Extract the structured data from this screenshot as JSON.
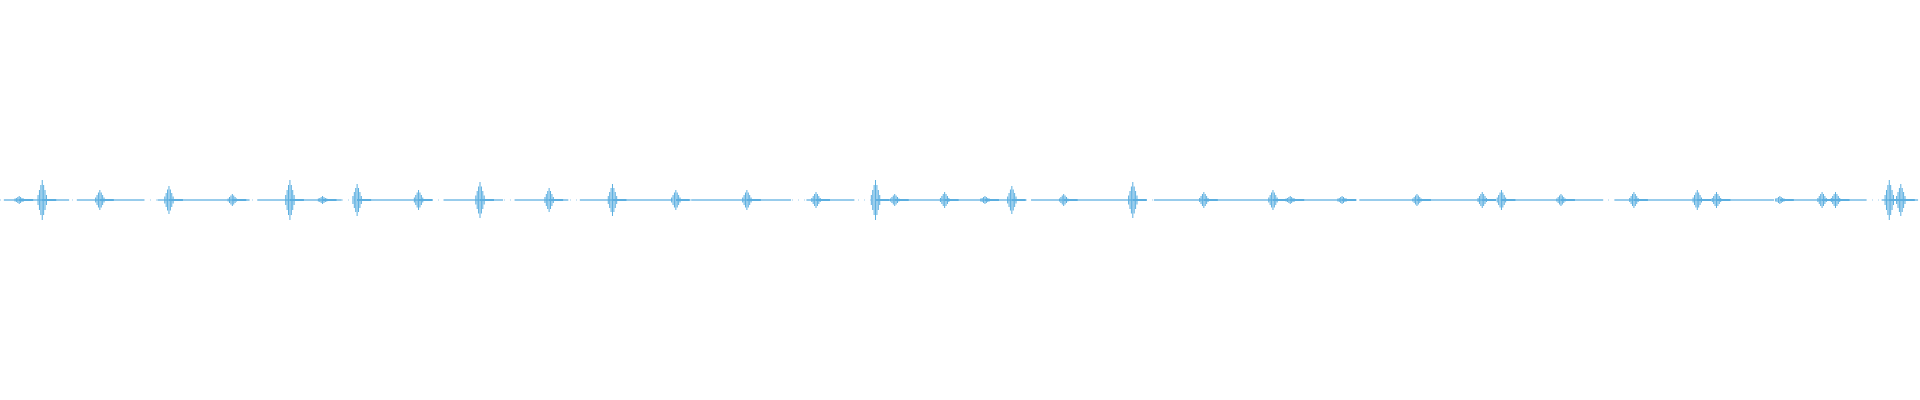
{
  "waveform": {
    "color": "#5aaee0",
    "background": "#ffffff",
    "baseline_fraction": 0.5,
    "segments": [
      [
        0.002,
        0.036
      ],
      [
        0.04,
        0.075
      ],
      [
        0.082,
        0.13
      ],
      [
        0.134,
        0.178
      ],
      [
        0.186,
        0.224
      ],
      [
        0.231,
        0.262
      ],
      [
        0.268,
        0.296
      ],
      [
        0.302,
        0.35
      ],
      [
        0.36,
        0.412
      ],
      [
        0.42,
        0.445
      ],
      [
        0.456,
        0.531
      ],
      [
        0.537,
        0.591
      ],
      [
        0.601,
        0.7
      ],
      [
        0.708,
        0.775
      ],
      [
        0.782,
        0.835
      ],
      [
        0.841,
        0.924
      ],
      [
        0.93,
        0.972
      ],
      [
        0.98,
        0.999
      ]
    ],
    "peaks": [
      {
        "pos": 0.01,
        "amp": 0.02
      },
      {
        "pos": 0.022,
        "amp": 0.1
      },
      {
        "pos": 0.052,
        "amp": 0.05
      },
      {
        "pos": 0.088,
        "amp": 0.07
      },
      {
        "pos": 0.121,
        "amp": 0.03
      },
      {
        "pos": 0.151,
        "amp": 0.1
      },
      {
        "pos": 0.168,
        "amp": 0.02
      },
      {
        "pos": 0.186,
        "amp": 0.08
      },
      {
        "pos": 0.218,
        "amp": 0.05
      },
      {
        "pos": 0.25,
        "amp": 0.09
      },
      {
        "pos": 0.286,
        "amp": 0.06
      },
      {
        "pos": 0.319,
        "amp": 0.08
      },
      {
        "pos": 0.352,
        "amp": 0.05
      },
      {
        "pos": 0.389,
        "amp": 0.05
      },
      {
        "pos": 0.425,
        "amp": 0.04
      },
      {
        "pos": 0.456,
        "amp": 0.1
      },
      {
        "pos": 0.466,
        "amp": 0.03
      },
      {
        "pos": 0.492,
        "amp": 0.04
      },
      {
        "pos": 0.513,
        "amp": 0.02
      },
      {
        "pos": 0.527,
        "amp": 0.07
      },
      {
        "pos": 0.554,
        "amp": 0.03
      },
      {
        "pos": 0.59,
        "amp": 0.09
      },
      {
        "pos": 0.627,
        "amp": 0.04
      },
      {
        "pos": 0.663,
        "amp": 0.05
      },
      {
        "pos": 0.672,
        "amp": 0.02
      },
      {
        "pos": 0.699,
        "amp": 0.02
      },
      {
        "pos": 0.738,
        "amp": 0.03
      },
      {
        "pos": 0.772,
        "amp": 0.04
      },
      {
        "pos": 0.782,
        "amp": 0.05
      },
      {
        "pos": 0.813,
        "amp": 0.03
      },
      {
        "pos": 0.851,
        "amp": 0.04
      },
      {
        "pos": 0.884,
        "amp": 0.05
      },
      {
        "pos": 0.894,
        "amp": 0.04
      },
      {
        "pos": 0.927,
        "amp": 0.02
      },
      {
        "pos": 0.949,
        "amp": 0.04
      },
      {
        "pos": 0.956,
        "amp": 0.04
      },
      {
        "pos": 0.984,
        "amp": 0.1
      },
      {
        "pos": 0.99,
        "amp": 0.08
      }
    ]
  }
}
